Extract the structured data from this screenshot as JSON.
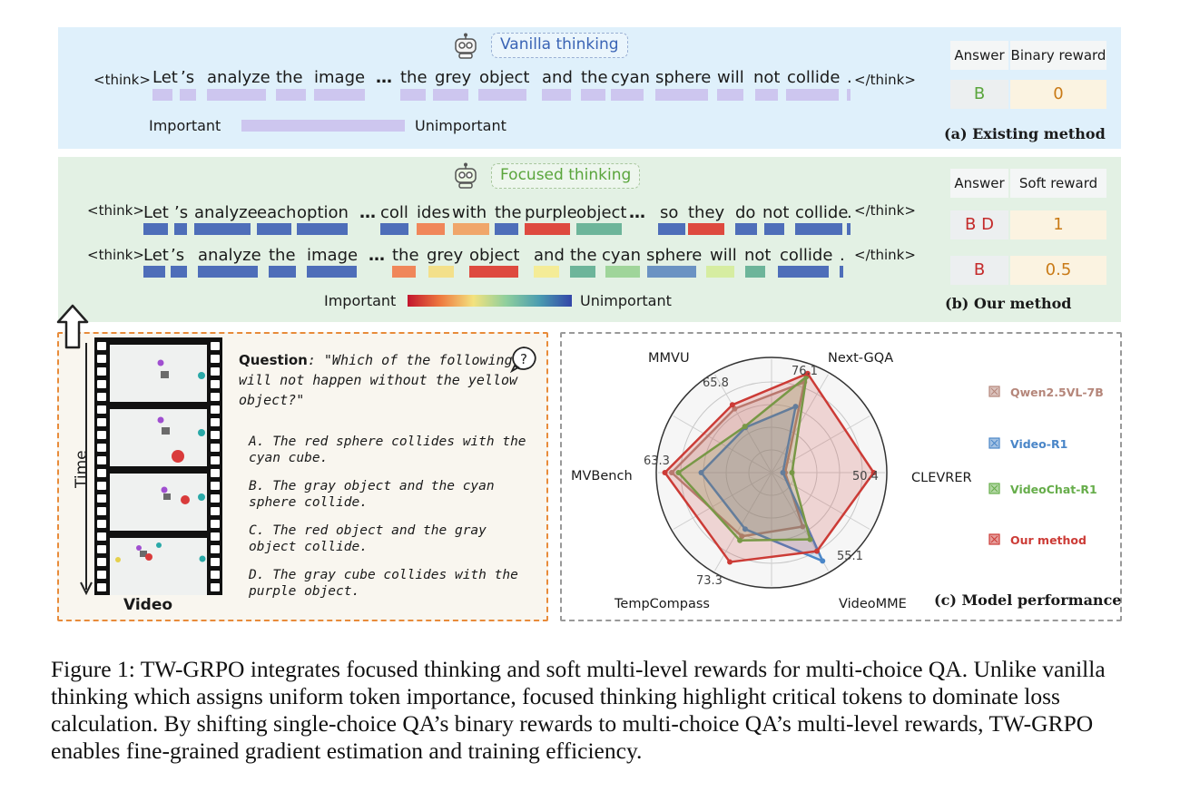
{
  "panel_a": {
    "tag": "Vanilla thinking",
    "open_tag": "<think>",
    "close_tag": "</think>",
    "tokens": [
      "Let",
      "’s",
      "analyze",
      "the",
      "image",
      "…",
      "the",
      "grey",
      "object",
      "and",
      "the",
      "cyan",
      "sphere",
      "will",
      "not",
      "collide",
      "."
    ],
    "legend_left": "Important",
    "legend_right": "Unimportant",
    "answer_header": "Answer",
    "reward_header": "Binary reward",
    "answer": "B",
    "reward": "0",
    "subcaption": "(a) Existing method"
  },
  "panel_b": {
    "tag": "Focused thinking",
    "open_tag": "<think>",
    "close_tag": "</think>",
    "row1_tokens": [
      "Let",
      "’s",
      "analyze",
      "each",
      "option",
      "…",
      "coll",
      "ides",
      "with",
      "the",
      "purple",
      "object",
      "…",
      "so",
      "they",
      "do",
      "not",
      "collide",
      "."
    ],
    "row2_tokens": [
      "Let",
      "’s",
      "analyze",
      "the",
      "image",
      "…",
      "the",
      "grey",
      "object",
      "and",
      "the",
      "cyan",
      "sphere",
      "will",
      "not",
      "collide",
      "."
    ],
    "legend_left": "Important",
    "legend_right": "Unimportant",
    "answer_header": "Answer",
    "reward_header": "Soft reward",
    "answer1": "B D",
    "reward1": "1",
    "answer2": "B",
    "reward2": "0.5",
    "subcaption": "(b) Our method"
  },
  "video_panel": {
    "time_label": "Time",
    "video_label": "Video",
    "question_label": "Question",
    "question_text": ": \"Which of the following will not happen without the yellow object?\"",
    "question_icon": "question-circle-icon",
    "options": [
      "A. The red sphere collides with the cyan cube.",
      "B. The gray object and the cyan sphere collide.",
      "C. The red object and the gray object collide.",
      "D. The gray cube collides with the purple object."
    ]
  },
  "chart_data": {
    "type": "radar",
    "axes": [
      "Next-GQA",
      "CLEVRER",
      "VideoMME",
      "TempCompass",
      "MVBench",
      "MMVU"
    ],
    "value_labels": {
      "Next-GQA": "76.1",
      "CLEVRER": "50.4",
      "VideoMME": "55.1",
      "TempCompass": "73.3",
      "MVBench": "63.3",
      "MMVU": "65.8"
    },
    "normalized_range": [
      0,
      1
    ],
    "series": [
      {
        "name": "Qwen2.5VL-7B",
        "color": "#b5867a",
        "values": [
          0.85,
          0.12,
          0.55,
          0.62,
          0.88,
          0.65
        ]
      },
      {
        "name": "Video-R1",
        "color": "#4a86c8",
        "values": [
          0.62,
          0.1,
          0.9,
          0.55,
          0.62,
          0.46
        ]
      },
      {
        "name": "VideoChat-R1",
        "color": "#66ad4a",
        "values": [
          0.9,
          0.18,
          0.68,
          0.66,
          0.82,
          0.47
        ]
      },
      {
        "name": "Our method",
        "color": "#cc3b36",
        "values": [
          0.93,
          0.9,
          0.8,
          0.87,
          0.94,
          0.69
        ]
      }
    ],
    "subcaption": "(c) Model performance"
  },
  "caption": "Figure 1:  TW-GRPO integrates focused thinking and soft multi-level rewards for multi-choice QA. Unlike vanilla thinking which assigns uniform token importance, focused thinking highlight critical tokens to dominate loss calculation. By shifting single-choice QA’s binary rewards to multi-choice QA’s multi-level rewards, TW-GRPO enables fine-grained gradient estimation and training efficiency."
}
